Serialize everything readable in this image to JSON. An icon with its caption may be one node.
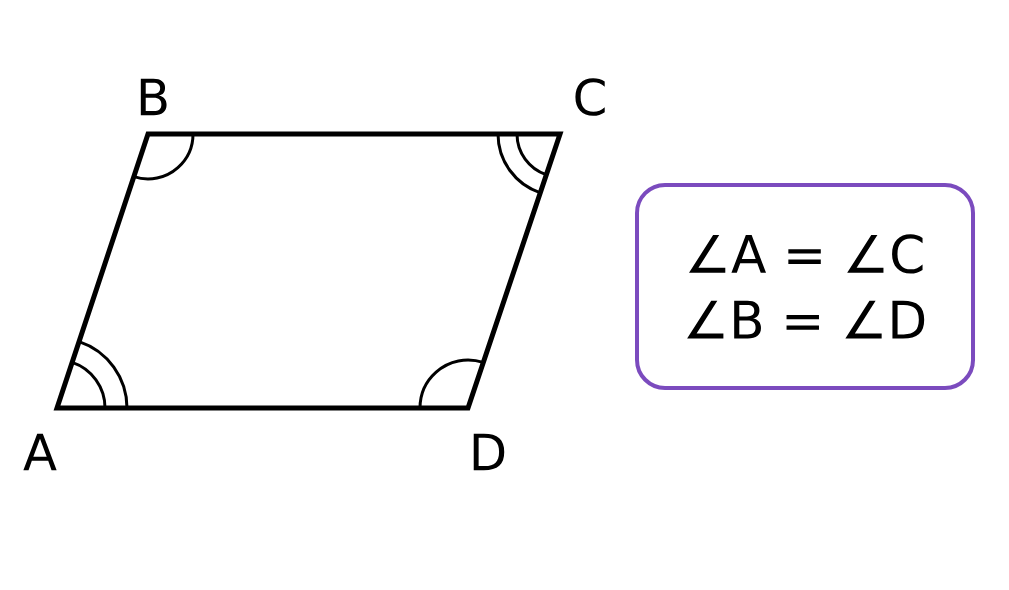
{
  "diagram": {
    "nodes": [
      {
        "text": [
          "∠A = ∠C",
          "∠B = ∠D"
        ]
      }
    ],
    "labels": [
      "B",
      "C",
      "A",
      "D"
    ]
  }
}
